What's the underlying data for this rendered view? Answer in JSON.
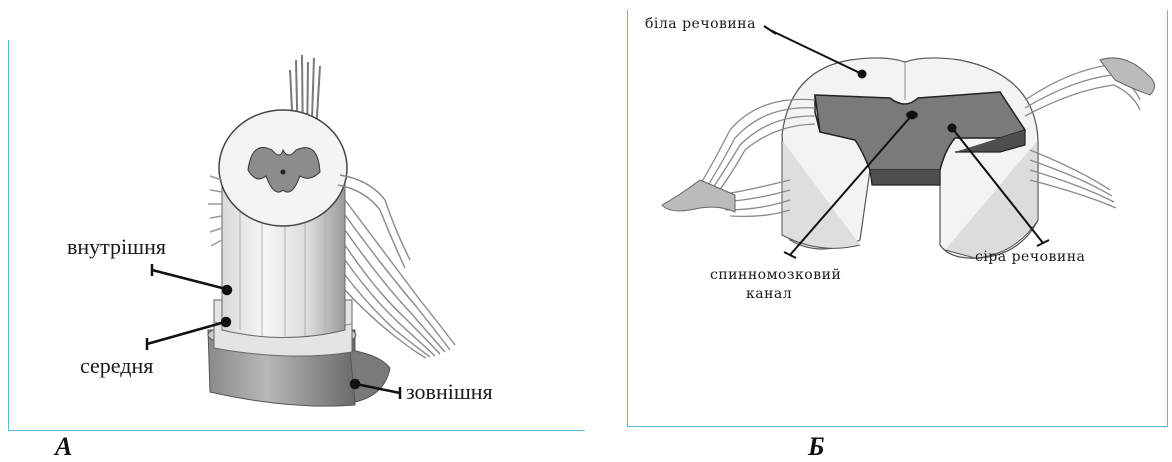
{
  "panels": {
    "a": {
      "caption": "А",
      "labels": {
        "inner": "внутрішня",
        "middle": "середня",
        "outer": "зовнішня"
      }
    },
    "b": {
      "caption": "Б",
      "labels": {
        "white_matter": "біла речовина",
        "grey_matter": "сіра речовина",
        "canal_line1": "спинномозковий",
        "canal_line2": "канал"
      }
    }
  },
  "colors": {
    "frame": "#5fb6cf",
    "grey_matter": "#6f6f6f",
    "white_matter": "#f2f2f2",
    "outline": "#3a3a3a"
  }
}
